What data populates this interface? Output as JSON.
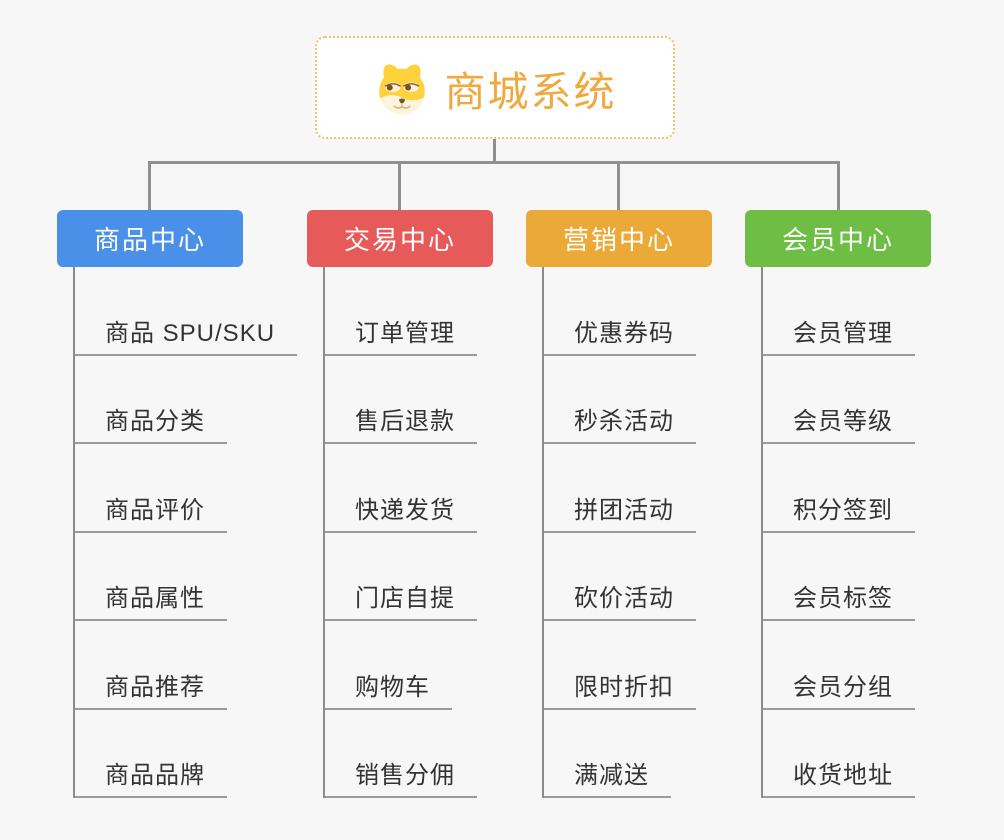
{
  "page": {
    "background": "#f7f7f7"
  },
  "root": {
    "title": "商城系统",
    "icon": "doge-icon",
    "title_color": "#f0a93e",
    "border_color": "#f2c06a"
  },
  "branches": [
    {
      "label": "商品中心",
      "color": "#4a90e8",
      "children": [
        "商品 SPU/SKU",
        "商品分类",
        "商品评价",
        "商品属性",
        "商品推荐",
        "商品品牌"
      ]
    },
    {
      "label": "交易中心",
      "color": "#e75a5a",
      "children": [
        "订单管理",
        "售后退款",
        "快递发货",
        "门店自提",
        "购物车",
        "销售分佣"
      ]
    },
    {
      "label": "营销中心",
      "color": "#eba938",
      "children": [
        "优惠券码",
        "秒杀活动",
        "拼团活动",
        "砍价活动",
        "限时折扣",
        "满减送"
      ]
    },
    {
      "label": "会员中心",
      "color": "#6ebe45",
      "children": [
        "会员管理",
        "会员等级",
        "积分签到",
        "会员标签",
        "会员分组",
        "收货地址"
      ]
    }
  ],
  "connector_color": "#909090",
  "underline_color": "#9a9a9a",
  "item_text_color": "#333333"
}
